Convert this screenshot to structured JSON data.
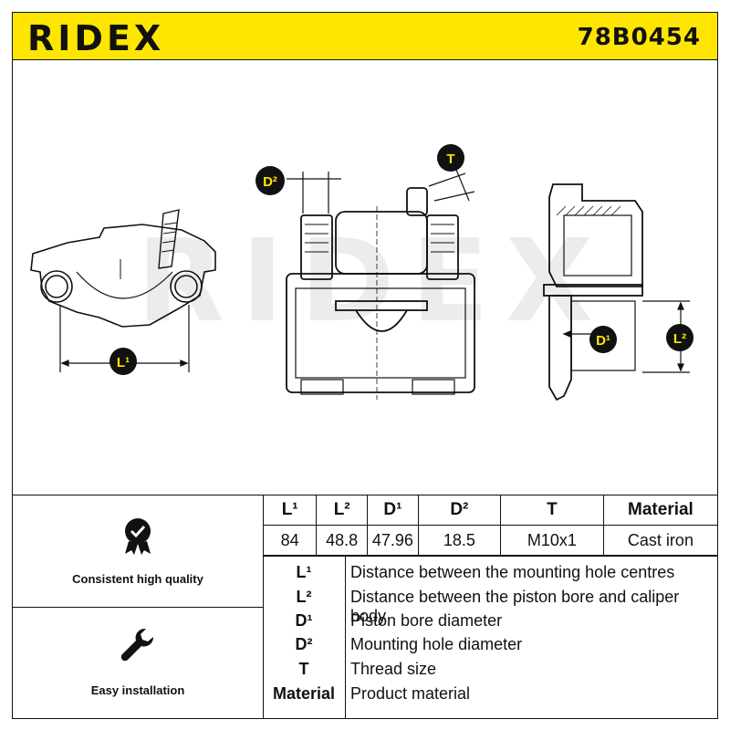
{
  "header": {
    "brand": "RIDEX",
    "part_number": "78B0454"
  },
  "drawing": {
    "watermark": "RIDEX",
    "callouts": {
      "d2_left": "D²",
      "t": "T",
      "l1": "L¹",
      "d1": "D¹",
      "l2_right": "L²"
    }
  },
  "features": [
    {
      "icon": "quality-badge-icon",
      "label": "Consistent high quality"
    },
    {
      "icon": "wrench-icon",
      "label": "Easy installation"
    }
  ],
  "specs": {
    "headers": [
      "L¹",
      "L²",
      "D¹",
      "D²",
      "T",
      "Material"
    ],
    "values": [
      "84",
      "48.8",
      "47.96",
      "18.5",
      "M10x1",
      "Cast iron"
    ]
  },
  "legend": [
    {
      "key": "L¹",
      "desc": "Distance between the mounting hole centres"
    },
    {
      "key": "L²",
      "desc": "Distance between the piston bore and caliper body"
    },
    {
      "key": "D¹",
      "desc": "Piston bore diameter"
    },
    {
      "key": "D²",
      "desc": "Mounting hole diameter"
    },
    {
      "key": "T",
      "desc": "Thread size"
    },
    {
      "key": "Material",
      "desc": "Product material"
    }
  ],
  "colors": {
    "header_bg": "#ffe600",
    "callout_bg": "#111111",
    "callout_text": "#ffe600"
  }
}
